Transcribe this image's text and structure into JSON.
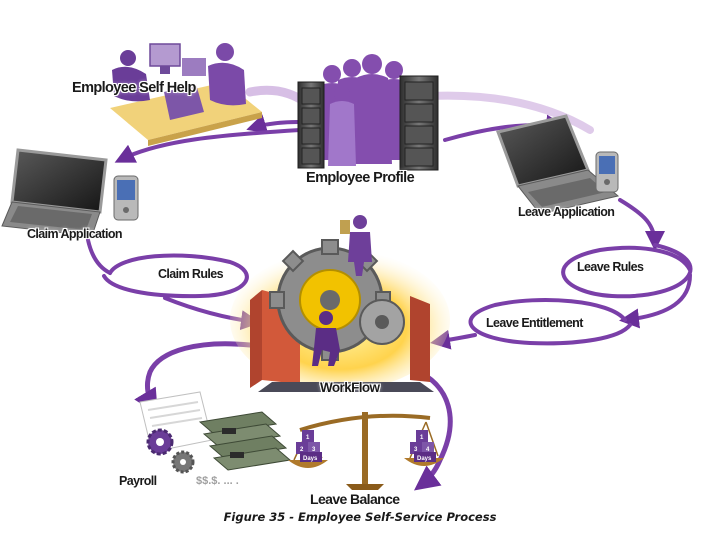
{
  "nodes": {
    "employee_self_help": "Employee Self Help",
    "employee_profile": "Employee Profile",
    "leave_application": "Leave Application",
    "claim_application": "Claim Application",
    "claim_rules": "Claim Rules",
    "leave_rules": "Leave Rules",
    "leave_entitlement": "Leave Entitlement",
    "workflow": "WorkFlow",
    "payroll": "Payroll",
    "leave_balance": "Leave Balance"
  },
  "payroll_money_text": "$$.$. ... .",
  "scale_labels": {
    "left_box": "Days",
    "right_box": "Days",
    "cube_values": [
      "2",
      "3",
      "1",
      "3",
      "4",
      "1",
      "2"
    ]
  },
  "caption": "Figure 35 - Employee Self-Service Process",
  "colors": {
    "accent_purple": "#7a3fa8",
    "dark_purple": "#5b2d85",
    "gear_yellow": "#f2c200",
    "gear_gray": "#8d8d8d",
    "laptop_dark": "#3a3a3a"
  }
}
